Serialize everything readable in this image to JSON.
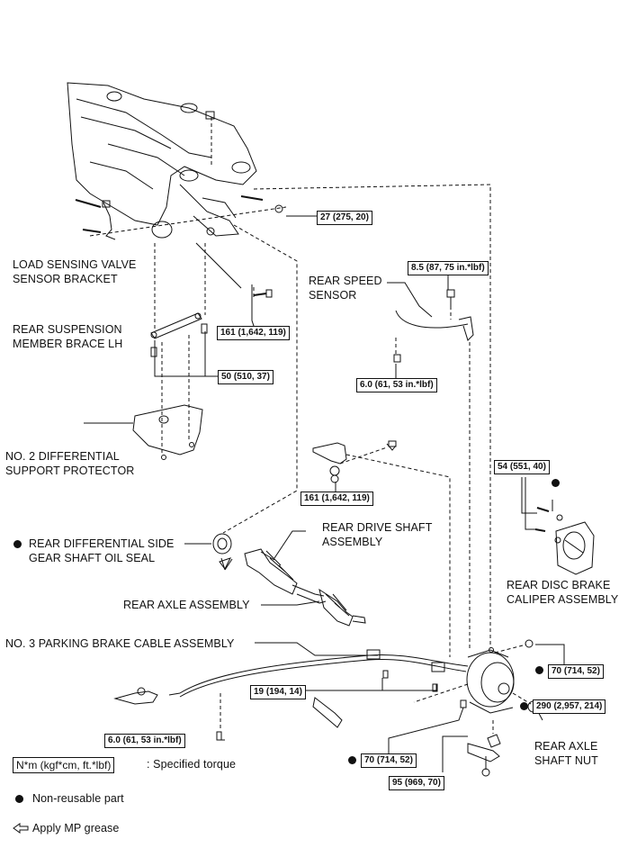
{
  "labels": {
    "load_sensing": "LOAD SENSING VALVE\nSENSOR BRACKET",
    "rear_speed_sensor": "REAR SPEED\nSENSOR",
    "member_brace": "REAR SUSPENSION\nMEMBER BRACE LH",
    "diff_protector": "NO. 2 DIFFERENTIAL\nSUPPORT PROTECTOR",
    "oil_seal": "REAR DIFFERENTIAL SIDE\nGEAR SHAFT OIL SEAL",
    "drive_shaft": "REAR DRIVE SHAFT\nASSEMBLY",
    "axle_assembly": "REAR AXLE ASSEMBLY",
    "brake_caliper": "REAR DISC BRAKE\nCALIPER ASSEMBLY",
    "parking_cable": "NO. 3 PARKING BRAKE CABLE ASSEMBLY",
    "axle_nut": "REAR AXLE\nSHAFT NUT"
  },
  "torques": {
    "t27": "27 (275, 20)",
    "t85": "8.5 (87, 75 in.*lbf)",
    "t161a": "161 (1,642, 119)",
    "t50": "50 (510, 37)",
    "t60a": "6.0 (61, 53 in.*lbf)",
    "t161b": "161 (1,642, 119)",
    "t54": "54 (551, 40)",
    "t70a": "70 (714, 52)",
    "t19": "19 (194, 14)",
    "t290": "290 (2,957, 214)",
    "t60b": "6.0 (61, 53 in.*lbf)",
    "t70b": "70 (714, 52)",
    "t95": "95 (969, 70)"
  },
  "legend": {
    "torque_box": "N*m (kgf*cm, ft.*lbf)",
    "torque_desc": ": Specified torque",
    "nonreusable": "Non-reusable part",
    "grease": "Apply MP grease"
  }
}
